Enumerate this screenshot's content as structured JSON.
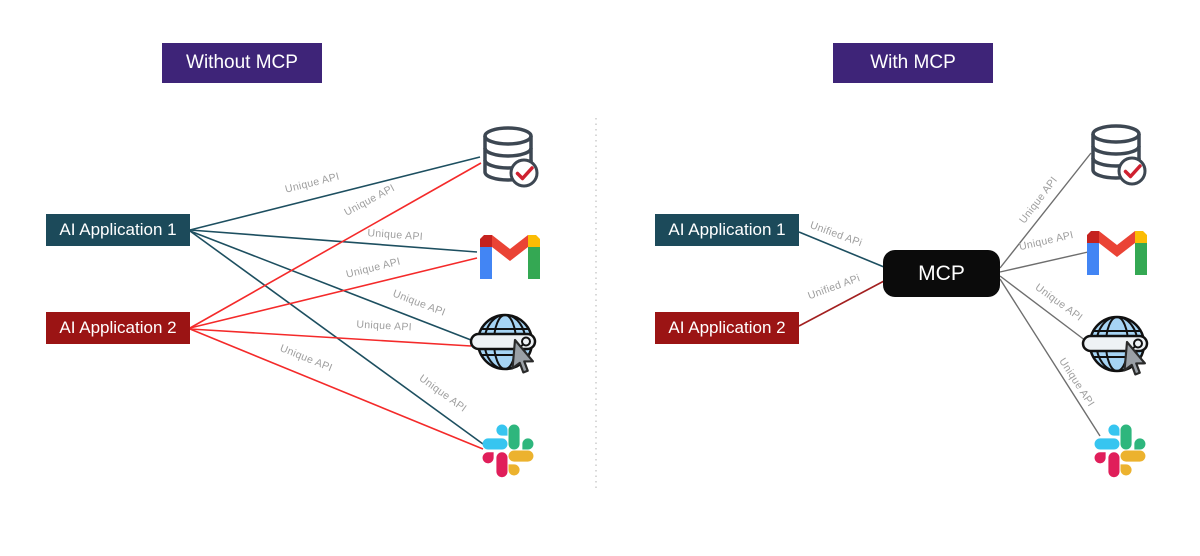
{
  "left_panel": {
    "title": "Without MCP",
    "apps": [
      {
        "label": "AI Application 1"
      },
      {
        "label": "AI Application 2"
      }
    ],
    "services": [
      "Database",
      "Gmail",
      "Web",
      "Slack"
    ],
    "edges": [
      {
        "from": "AI Application 1",
        "to": "Database",
        "label": "Unique API"
      },
      {
        "from": "AI Application 1",
        "to": "Gmail",
        "label": "Unique API"
      },
      {
        "from": "AI Application 1",
        "to": "Web",
        "label": "Unique API"
      },
      {
        "from": "AI Application 1",
        "to": "Slack",
        "label": "Unique API"
      },
      {
        "from": "AI Application 2",
        "to": "Database",
        "label": "Unique API"
      },
      {
        "from": "AI Application 2",
        "to": "Gmail",
        "label": "Unique API"
      },
      {
        "from": "AI Application 2",
        "to": "Web",
        "label": "Unique API"
      },
      {
        "from": "AI Application 2",
        "to": "Slack",
        "label": "Unique API"
      }
    ]
  },
  "right_panel": {
    "title": "With MCP",
    "apps": [
      {
        "label": "AI Application 1"
      },
      {
        "label": "AI Application 2"
      }
    ],
    "hub_label": "MCP",
    "services": [
      "Database",
      "Gmail",
      "Web",
      "Slack"
    ],
    "app_edges": [
      {
        "from": "AI Application 1",
        "to": "MCP",
        "label": "Unified APi"
      },
      {
        "from": "AI Application 2",
        "to": "MCP",
        "label": "Unified APi"
      }
    ],
    "service_edges": [
      {
        "from": "MCP",
        "to": "Database",
        "label": "Unique API"
      },
      {
        "from": "MCP",
        "to": "Gmail",
        "label": "Unique API"
      },
      {
        "from": "MCP",
        "to": "Web",
        "label": "Unique API"
      },
      {
        "from": "MCP",
        "to": "Slack",
        "label": "Unique API"
      }
    ]
  },
  "icons": [
    "database-icon",
    "gmail-icon",
    "web-browser-icon",
    "slack-icon"
  ],
  "colors": {
    "header_bg": "#3e2478",
    "app1_bg": "#1c4a5a",
    "app2_bg": "#9b1414",
    "mcp_bg": "#0b0b0b",
    "app1_line": "#1d4f60",
    "app2_line_left": "#f42a2a",
    "app2_line_right": "#a32020",
    "mcp_fan_line": "#6e6e6e",
    "edge_label_text": "#9e9e9e",
    "divider": "#c4c4c4"
  }
}
